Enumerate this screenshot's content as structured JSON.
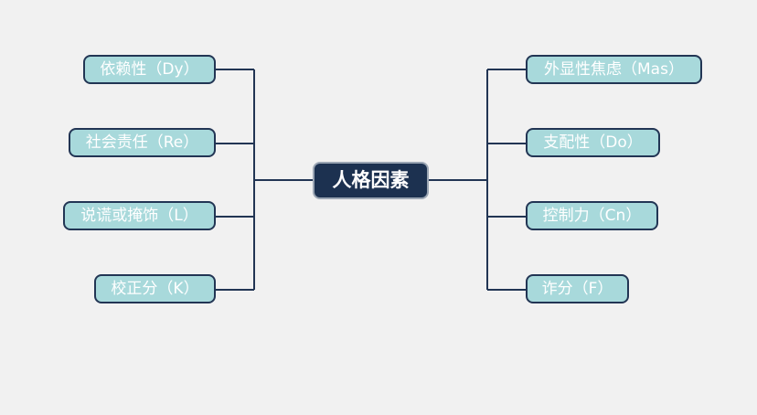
{
  "diagram": {
    "center": {
      "label": "人格因素"
    },
    "left_branches": [
      {
        "label": "依赖性（Dy）"
      },
      {
        "label": "社会责任（Re）"
      },
      {
        "label": "说谎或掩饰（L）"
      },
      {
        "label": "校正分（K）"
      }
    ],
    "right_branches": [
      {
        "label": "外显性焦虑（Mas）"
      },
      {
        "label": "支配性（Do）"
      },
      {
        "label": "控制力（Cn）"
      },
      {
        "label": "诈分（F）"
      }
    ]
  },
  "colors": {
    "background": "#f1f1f1",
    "node_fill": "#a8d9db",
    "node_border": "#223554",
    "center_fill": "#1c3150",
    "connector": "#223554",
    "text": "#ffffff"
  }
}
